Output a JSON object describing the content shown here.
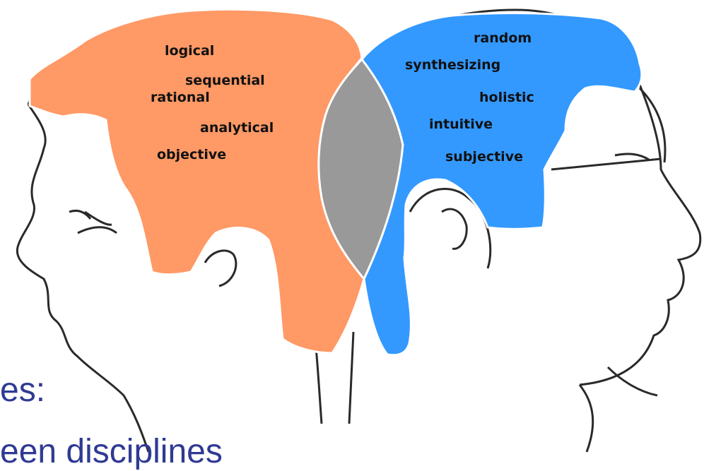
{
  "left_brain": {
    "color": "#ff9966",
    "words": [
      "logical",
      "sequential",
      "rational",
      "analytical",
      "objective"
    ]
  },
  "right_brain": {
    "color": "#3399ff",
    "words": [
      "random",
      "synthesizing",
      "holistic",
      "intuitive",
      "subjective"
    ]
  },
  "overlap_color": "#999999",
  "slide_text": {
    "line1": "es:",
    "line2": "een disciplines"
  }
}
